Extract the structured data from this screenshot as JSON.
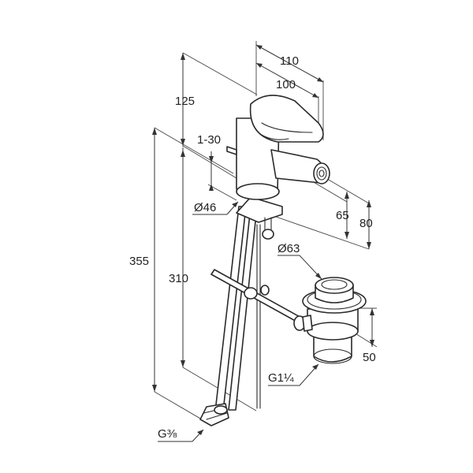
{
  "drawing": {
    "stroke_color": "#2a2a2a",
    "background": "#ffffff"
  },
  "dimensions": {
    "width_overall": "110",
    "width_spout": "100",
    "height_top": "125",
    "lever_travel": "1-30",
    "base_diameter": "Ø46",
    "height_total": "355",
    "height_body": "310",
    "outlet_height": "65",
    "spout_height": "80",
    "waste_diameter": "Ø63",
    "waste_depth": "50",
    "waste_thread": "G1¼",
    "hose_thread": "G⅜"
  }
}
